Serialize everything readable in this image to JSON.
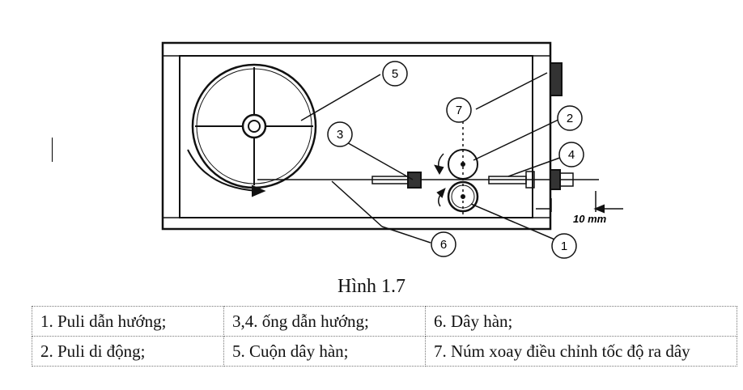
{
  "figure": {
    "callouts": [
      "1",
      "2",
      "3",
      "4",
      "5",
      "6",
      "7"
    ],
    "dimension_label": "10 mm"
  },
  "caption": "Hình 1.7",
  "legend": {
    "rows": [
      [
        "1. Puli dẫn hướng;",
        "3,4. ống dẫn hướng;",
        "6. Dây hàn;"
      ],
      [
        "2. Puli di động;",
        "5. Cuộn dây hàn;",
        "7. Núm xoay điều chỉnh tốc độ ra dây"
      ]
    ]
  }
}
